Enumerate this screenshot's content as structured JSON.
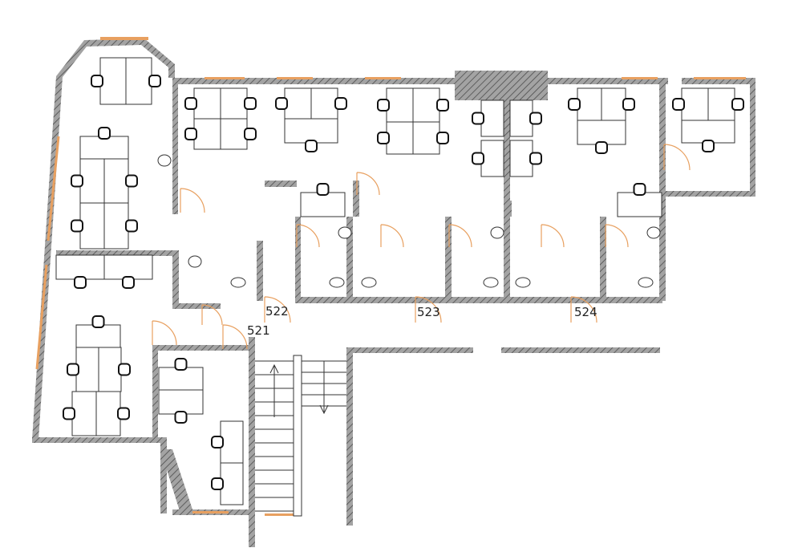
{
  "floor_plan": {
    "rooms": [
      {
        "id": "521",
        "label": "521"
      },
      {
        "id": "522",
        "label": "522"
      },
      {
        "id": "523",
        "label": "523"
      },
      {
        "id": "524",
        "label": "524"
      }
    ],
    "colors": {
      "wall": "#9a9a9a",
      "hatch": "#555555",
      "window": "#e8a060",
      "door": "#e8a060",
      "furniture": "#333333"
    }
  }
}
